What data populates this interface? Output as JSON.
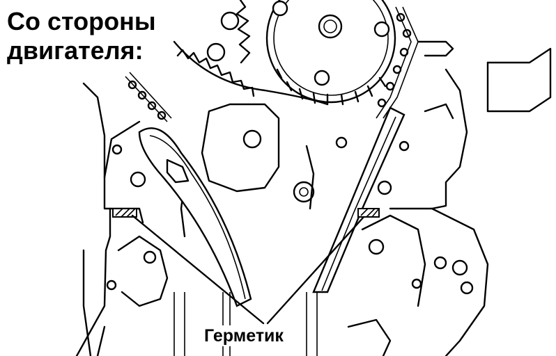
{
  "labels": {
    "engine_side_line1": "Со стороны",
    "engine_side_line2": "двигателя:",
    "sealant": "Герметик"
  },
  "colors": {
    "ink": "#000000",
    "paper": "#ffffff"
  },
  "icons": [
    "camshaft-sprocket-icon",
    "crankshaft-gear-icon",
    "timing-chain-icon",
    "chain-guide-icon",
    "sealant-spot-icon"
  ]
}
